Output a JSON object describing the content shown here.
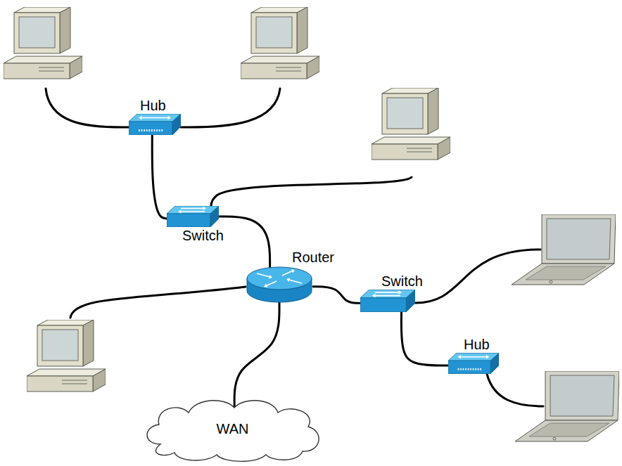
{
  "diagram": {
    "nodes": [
      {
        "text": [
          "Hub"
        ]
      },
      {
        "text": [
          "Switch"
        ]
      },
      {
        "text": [
          "Router"
        ]
      },
      {
        "text": [
          "Switch"
        ]
      },
      {
        "text": [
          "Hub"
        ]
      },
      {
        "text": [
          "WAN"
        ]
      }
    ],
    "edges": [
      {
        "from": 0,
        "to": 1,
        "arrow": "none"
      },
      {
        "from": 1,
        "to": 2,
        "arrow": "none"
      },
      {
        "from": 2,
        "to": 3,
        "arrow": "none"
      },
      {
        "from": 3,
        "to": 4,
        "arrow": "none"
      },
      {
        "from": 2,
        "to": 5,
        "arrow": "none"
      }
    ]
  }
}
